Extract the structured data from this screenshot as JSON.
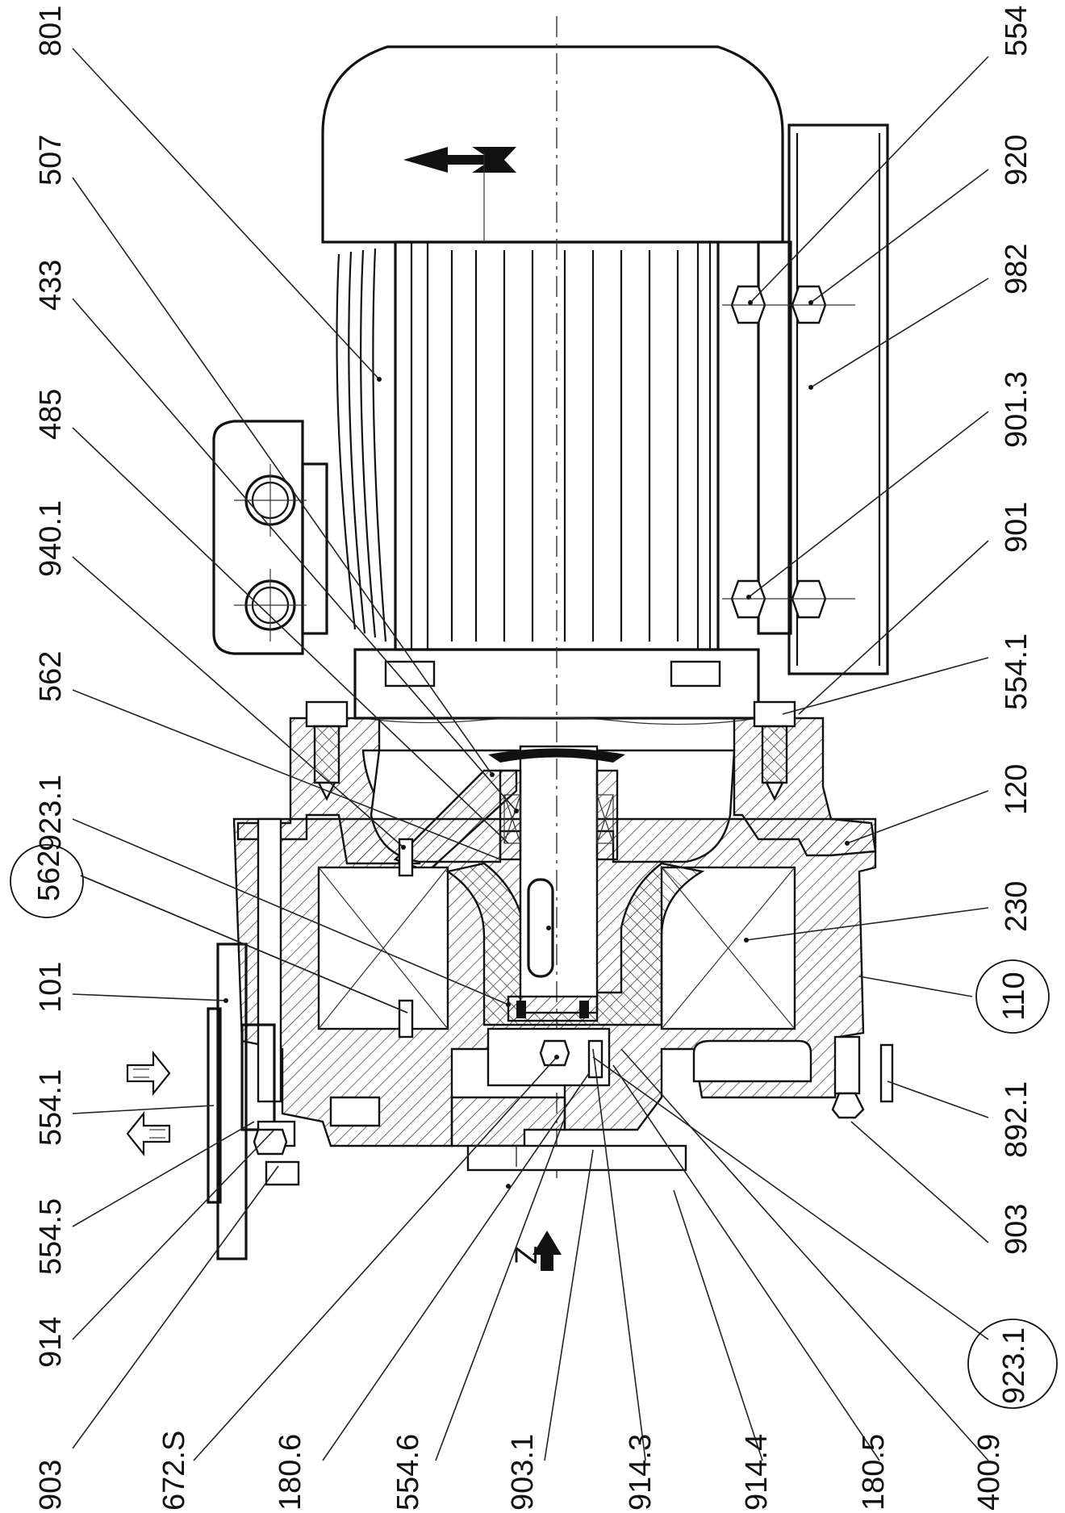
{
  "top_labels": [
    "801",
    "507",
    "433",
    "485",
    "940.1",
    "562",
    "923.1",
    "562",
    "101",
    "554.1",
    "554.5",
    "914",
    "903"
  ],
  "bottom_labels": [
    "672.S",
    "180.6",
    "554.6",
    "903.1",
    "914.3",
    "914.4",
    "180.5",
    "400.9"
  ],
  "right_labels": [
    "554",
    "920",
    "982",
    "901.3",
    "901",
    "554.1",
    "120",
    "230",
    "110",
    "892.1",
    "903",
    "923.1"
  ],
  "circled_labels": [
    "562",
    "110",
    "923.1"
  ],
  "view_marker": "Z",
  "colors": {
    "line": "#111111",
    "background": "#ffffff"
  }
}
